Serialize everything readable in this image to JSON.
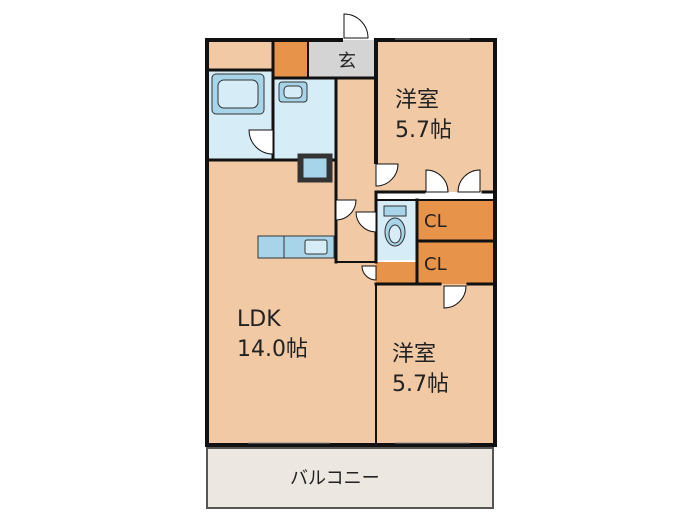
{
  "rooms": {
    "ldk": {
      "name": "LDK",
      "size": "14.0帖"
    },
    "western_top": {
      "name": "洋室",
      "size": "5.7帖"
    },
    "western_bottom": {
      "name": "洋室",
      "size": "5.7帖"
    },
    "entrance": {
      "name": "玄"
    },
    "closet_1": {
      "name": "CL"
    },
    "closet_2": {
      "name": "CL"
    },
    "balcony": {
      "name": "バルコニー"
    }
  },
  "colors": {
    "wood_floor": "#f2c9a5",
    "wet_area": "#d6ecf6",
    "closet": "#e8934a",
    "entrance_floor": "#d4d4d4",
    "balcony": "#ece7e1",
    "wall": "#111111",
    "fixture": "#a8d4ea"
  }
}
